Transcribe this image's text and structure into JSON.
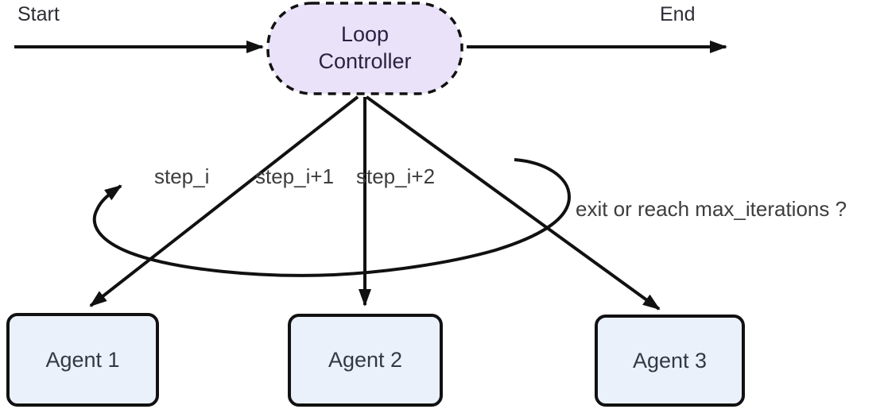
{
  "labels": {
    "start": "Start",
    "end": "End"
  },
  "nodes": {
    "controller": {
      "label": "Loop Controller"
    },
    "agents": [
      {
        "label": "Agent 1"
      },
      {
        "label": "Agent 2"
      },
      {
        "label": "Agent 3"
      }
    ]
  },
  "edges": {
    "step_labels": [
      "step_i",
      "step_i+1",
      "step_i+2"
    ],
    "loop_label": "exit or reach max_iterations ?"
  },
  "colors": {
    "controller-fill": "#eae2f8",
    "controller-text": "#2a2342",
    "agent-fill": "#ebf1fa",
    "agent-text": "#303a46",
    "line": "#111111",
    "label-text": "#3d3d3d",
    "endpoint-text": "#2d2d35"
  }
}
